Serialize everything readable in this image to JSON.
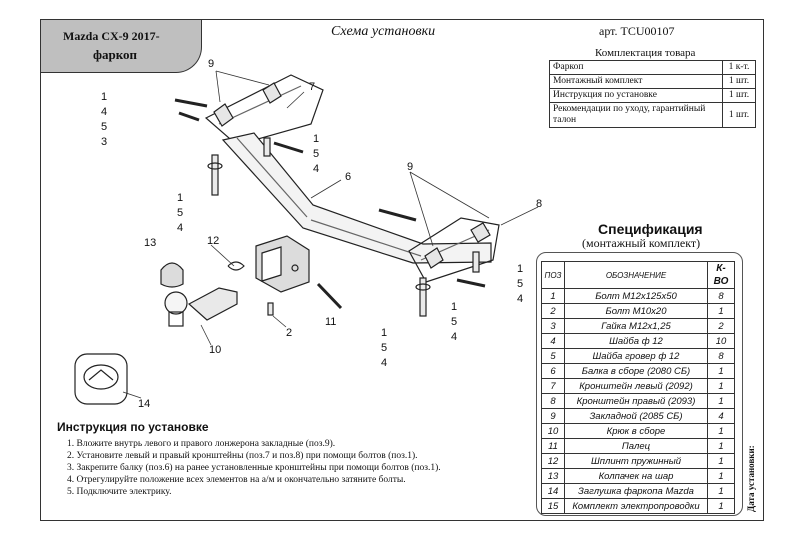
{
  "header": {
    "model": "Mazda CX-9 2017-",
    "product": "фаркоп",
    "scheme_title": "Схема установки",
    "article": "арт. TCU00107"
  },
  "kit": {
    "title": "Комплектация товара",
    "rows": [
      {
        "name": "Фаркоп",
        "qty": "1 к-т."
      },
      {
        "name": "Монтажный комплект",
        "qty": "1 шт."
      },
      {
        "name": "Инструкция по установке",
        "qty": "1 шт."
      },
      {
        "name": "Рекомендации по уходу, гарантийный талон",
        "qty": "1 шт."
      }
    ]
  },
  "spec": {
    "title": "Спецификация",
    "subtitle": "(монтажный комплект)",
    "headers": {
      "pos": "ПОЗ",
      "name": "ОБОЗНАЧЕНИЕ",
      "qty": "К-ВО"
    },
    "rows": [
      {
        "pos": "1",
        "name": "Болт М12х125х50",
        "qty": "8"
      },
      {
        "pos": "2",
        "name": "Болт М10х20",
        "qty": "1"
      },
      {
        "pos": "3",
        "name": "Гайка М12х1,25",
        "qty": "2"
      },
      {
        "pos": "4",
        "name": "Шайба ф 12",
        "qty": "10"
      },
      {
        "pos": "5",
        "name": "Шайба гровер ф 12",
        "qty": "8"
      },
      {
        "pos": "6",
        "name": "Балка в сборе (2080 СБ)",
        "qty": "1"
      },
      {
        "pos": "7",
        "name": "Кронштейн левый (2092)",
        "qty": "1"
      },
      {
        "pos": "8",
        "name": "Кронштейн правый (2093)",
        "qty": "1"
      },
      {
        "pos": "9",
        "name": "Закладной (2085 СБ)",
        "qty": "4"
      },
      {
        "pos": "10",
        "name": "Крюк в сборе",
        "qty": "1"
      },
      {
        "pos": "11",
        "name": "Палец",
        "qty": "1"
      },
      {
        "pos": "12",
        "name": "Шплинт пружинный",
        "qty": "1"
      },
      {
        "pos": "13",
        "name": "Колпачек на шар",
        "qty": "1"
      },
      {
        "pos": "14",
        "name": "Заглушка фаркопа Mazda",
        "qty": "1"
      },
      {
        "pos": "15",
        "name": "Комплект электропроводки",
        "qty": "1"
      }
    ]
  },
  "instructions": {
    "title": "Инструкция по установке",
    "steps": [
      "1. Вложите внутрь левого и правого лонжерона закладные (поз.9).",
      "2. Установите левый и правый кронштейны (поз.7 и поз.8) при помощи болтов (поз.1).",
      "3. Закрепите балку (поз.6) на ранее установленные кронштейны при помощи болтов (поз.1).",
      "4. Отрегулируйте положение всех элементов на а/м и окончательно затяните болты.",
      "5. Подключите электрику."
    ]
  },
  "install_date_label": "Дата установки:",
  "callouts": {
    "top_left": [
      "1",
      "4",
      "5",
      "3"
    ],
    "left_bolt": [
      "1",
      "5",
      "4"
    ],
    "center_bolt": [
      "1",
      "5",
      "4"
    ],
    "lower_center": [
      "1",
      "5",
      "4"
    ],
    "lower_mid": [
      "1",
      "5",
      "4"
    ],
    "right_stack": [
      "1",
      "5",
      "4"
    ],
    "pos9_a": "9",
    "pos9_b": "9",
    "pos7": "7",
    "pos6": "6",
    "pos8": "8",
    "pos12": "12",
    "pos13": "13",
    "pos2": "2",
    "pos11": "11",
    "pos10": "10",
    "pos14": "14"
  }
}
